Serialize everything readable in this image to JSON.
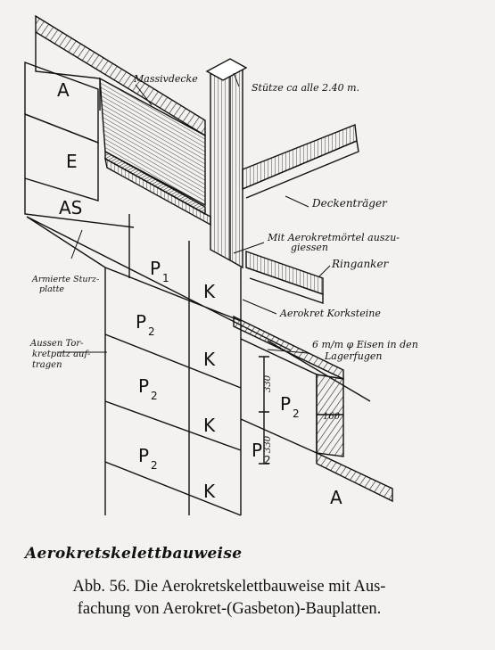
{
  "figure": {
    "panel_labels": {
      "a_top": "A",
      "e": "E",
      "as": "AS",
      "p1": "P",
      "p1_sub": "1",
      "p2_a": "P",
      "p2_b": "P",
      "p2_c": "P",
      "p2_right": "P",
      "p2_lower_right": "P",
      "p2_sub": "2",
      "k_1": "K",
      "k_2": "K",
      "k_3": "K",
      "k_4": "K",
      "a_bottom": "A"
    },
    "annotations": {
      "massivdecke": "Massivdecke",
      "stuetze": "Stütze ca alle 2.40 m.",
      "deckentraeger": "Deckenträger",
      "moertel_1": "Mit Aerokretmörtel auszu-",
      "moertel_2": "giessen",
      "ringanker": "Ringanker",
      "sturz_1": "Armierte Sturz-",
      "sturz_2": "platte",
      "korksteine": "Aerokret Korksteine",
      "eisen_1": "6 m/m φ Eisen in den",
      "eisen_2": "Lagerfugen",
      "putz_1": "Aussen Tor-",
      "putz_2": "kretputz auf-",
      "putz_3": "tragen"
    },
    "dimensions": {
      "d1": "330",
      "d2": "330",
      "d3": "160"
    }
  },
  "title": "Aerokretskelettbauweise",
  "caption": {
    "line1": "Abb. 56. Die Aerokretskelettbauweise mit Aus-",
    "line2": "fachung von Aerokret-(Gasbeton)-Bauplatten."
  }
}
